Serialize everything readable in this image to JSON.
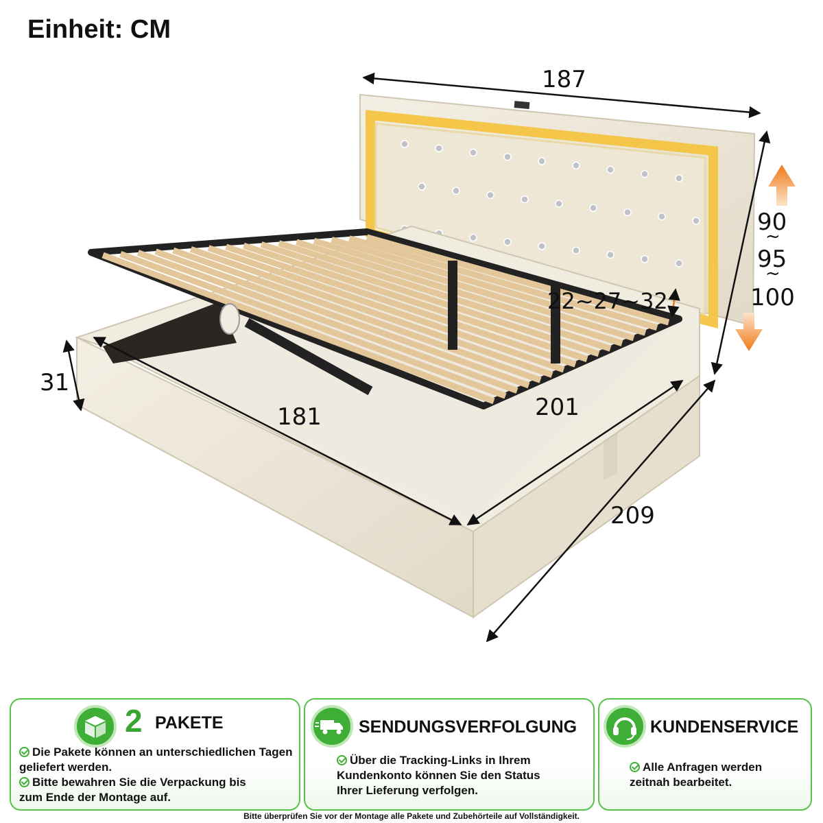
{
  "header": {
    "unit_label": "Einheit: CM"
  },
  "dimensions": {
    "width_total": "187",
    "headboard_height_1": "90",
    "headboard_height_sep_1": "~",
    "headboard_height_2": "95",
    "headboard_height_sep_2": "~",
    "headboard_height_3": "100",
    "slat_height": "22~27~32",
    "frame_height": "31",
    "inner_width": "181",
    "inner_length": "201",
    "length_total": "209"
  },
  "colors": {
    "accent_green": "#3fae36",
    "arrow_orange": "#f07a1a",
    "fabric": "#efe9dc",
    "led": "#f4c23a"
  },
  "cards": [
    {
      "icon": "package-icon",
      "number": "2",
      "title": "PAKETE",
      "bullets": [
        "Die Pakete können an unterschiedlichen Tagen geliefert werden.",
        "Bitte bewahren Sie die Verpackung bis zum Ende der Montage auf."
      ]
    },
    {
      "icon": "delivery-truck-icon",
      "title": "SENDUNGSVERFOLGUNG",
      "bullets": [
        "Über die Tracking-Links in Ihrem Kundenkonto können Sie den Status Ihrer Lieferung verfolgen."
      ]
    },
    {
      "icon": "headset-icon",
      "title": "KUNDENSERVICE",
      "bullets": [
        "Alle Anfragen werden zeitnah bearbeitet."
      ]
    }
  ],
  "footer": {
    "note": "Bitte überprüfen Sie vor der Montage alle Pakete und Zubehörteile auf Vollständigkeit."
  }
}
